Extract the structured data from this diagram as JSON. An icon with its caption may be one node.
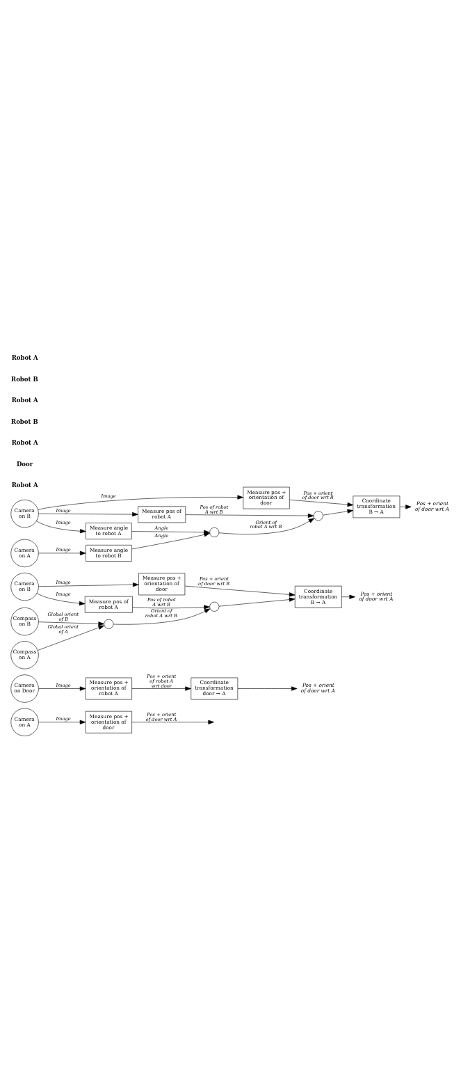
{
  "diagram": {
    "nodes": [
      {
        "text": [
          "Camera on A"
        ]
      },
      {
        "text": [
          "Measure pos + orientation of door"
        ]
      },
      {
        "text": [
          "Camera on Door"
        ]
      },
      {
        "text": [
          "Measure pos + orientation of robot A"
        ]
      },
      {
        "text": [
          "Coordinate transformation door → A"
        ]
      },
      {
        "text": [
          "Pos + orient of door wrt A"
        ]
      },
      {
        "text": [
          "Camera on B"
        ]
      },
      {
        "text": [
          "Measure pos + orientation of door"
        ]
      },
      {
        "text": [
          "Coordinate transformation B → A"
        ]
      },
      {
        "text": [
          "Measure pos of robot A"
        ]
      },
      {
        "text": [],
        "shape": "circle"
      },
      {
        "text": [
          "Compass on B"
        ]
      },
      {
        "text": [],
        "shape": "circle"
      },
      {
        "text": [
          "Compass on A"
        ]
      },
      {
        "text": [
          "Pos + orient of door wrt A"
        ]
      },
      {
        "text": [
          "Camera on B"
        ]
      },
      {
        "text": [
          "Measure pos + orientation of door"
        ]
      },
      {
        "text": [
          "Coordinate transformation B → A"
        ]
      },
      {
        "text": [
          "Measure pos of robot A"
        ]
      },
      {
        "text": [],
        "shape": "circle"
      },
      {
        "text": [
          "Measure angle to robot A"
        ]
      },
      {
        "text": [],
        "shape": "circle"
      },
      {
        "text": [
          "Camera on A"
        ]
      },
      {
        "text": [
          "Measure angle to robot B"
        ]
      },
      {
        "text": [
          "Pos + orient of door wrt A"
        ]
      }
    ],
    "edges": [
      {
        "from": 0,
        "to": 1,
        "arrow": "to",
        "label": "Image"
      },
      {
        "from": 1,
        "to": null,
        "arrow": "to",
        "label": "Pos + orient of door wrt A"
      },
      {
        "from": 2,
        "to": 3,
        "arrow": "to",
        "label": "Image"
      },
      {
        "from": 3,
        "to": 4,
        "arrow": "to",
        "label": "Pos + orient of robot A wrt door"
      },
      {
        "from": 4,
        "to": 5,
        "arrow": "to"
      },
      {
        "from": 6,
        "to": 7,
        "arrow": "to",
        "label": "Image"
      },
      {
        "from": 7,
        "to": 8,
        "arrow": "to",
        "label": "Pos + orient of door wrt B"
      },
      {
        "from": 6,
        "to": 9,
        "arrow": "to",
        "label": "Image"
      },
      {
        "from": 9,
        "to": 10,
        "arrow": "to",
        "label": "Pos of robot A wrt B"
      },
      {
        "from": 10,
        "to": 8,
        "arrow": "to"
      },
      {
        "from": 11,
        "to": 12,
        "arrow": "to",
        "label": "Global orient of B"
      },
      {
        "from": 12,
        "to": 10,
        "arrow": "to",
        "label": "Orient of robot A wrt B"
      },
      {
        "from": 13,
        "to": 12,
        "arrow": "to",
        "label": "Global orient of A"
      },
      {
        "from": 8,
        "to": 14,
        "arrow": "to"
      },
      {
        "from": 15,
        "to": 16,
        "arrow": "to",
        "label": "Image"
      },
      {
        "from": 16,
        "to": 17,
        "arrow": "to",
        "label": "Pos + orient of door wrt B"
      },
      {
        "from": 15,
        "to": 18,
        "arrow": "to",
        "label": "Image"
      },
      {
        "from": 18,
        "to": 19,
        "arrow": "to",
        "label": "Pos of robot A wrt B"
      },
      {
        "from": 19,
        "to": 17,
        "arrow": "to"
      },
      {
        "from": 15,
        "to": 20,
        "arrow": "to",
        "label": "Image"
      },
      {
        "from": 20,
        "to": 21,
        "arrow": "to",
        "label": "Angle"
      },
      {
        "from": 21,
        "to": 19,
        "arrow": "to",
        "label": "Orient of robot A wrt B"
      },
      {
        "from": 22,
        "to": 23,
        "arrow": "to",
        "label": "Image"
      },
      {
        "from": 23,
        "to": 21,
        "arrow": "to",
        "label": "Angle"
      },
      {
        "from": 17,
        "to": 24,
        "arrow": "to"
      }
    ],
    "labels": [
      "Robot A",
      "Door",
      "Robot A",
      "Robot B",
      "Robot A",
      "Robot B",
      "Robot A"
    ]
  }
}
